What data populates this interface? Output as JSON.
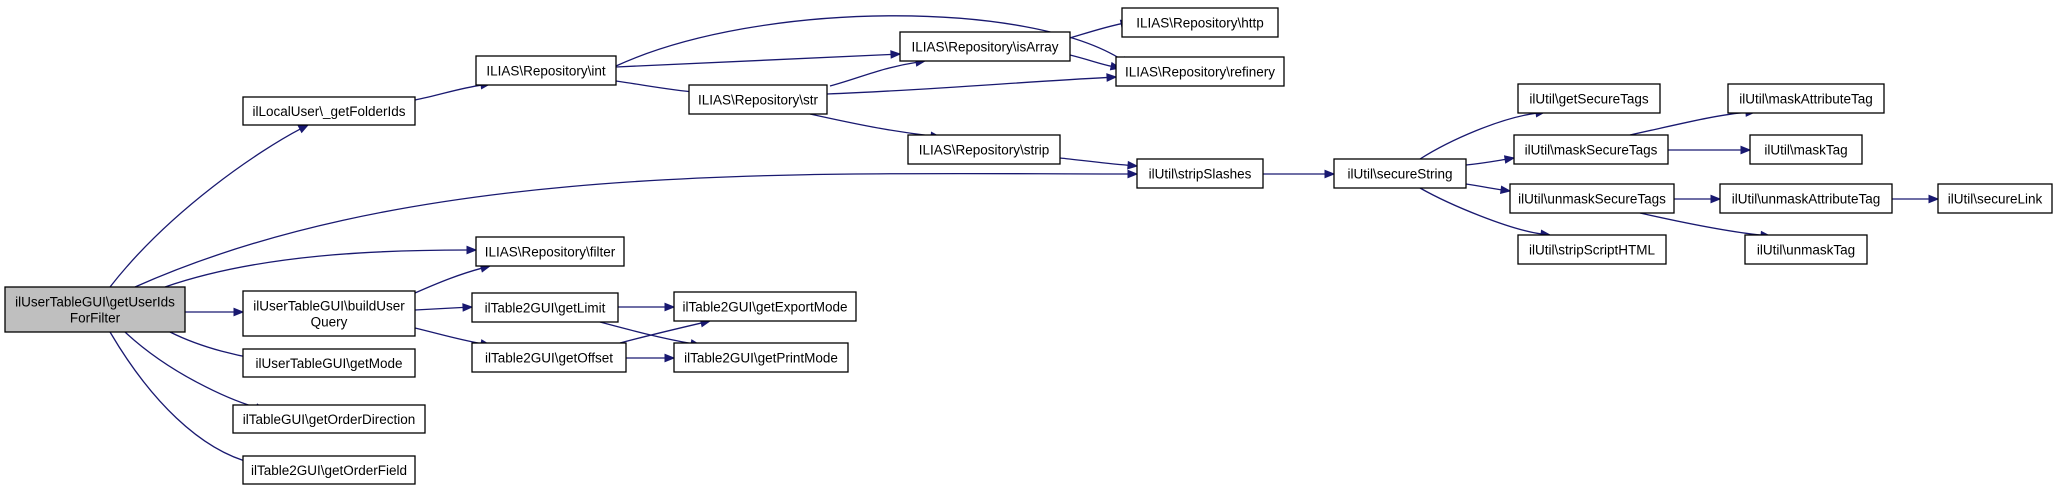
{
  "colors": {
    "edge": "#191970",
    "node_fill": "#ffffff",
    "root_fill": "#bfbfbf",
    "border": "#000000"
  },
  "nodes": [
    {
      "id": "root",
      "lines": [
        "ilUserTableGUI\\getUserIds",
        "ForFilter"
      ],
      "root": true
    },
    {
      "id": "getFolderIds",
      "lines": [
        "ilLocalUser\\_getFolderIds"
      ]
    },
    {
      "id": "buildUserQuery",
      "lines": [
        "ilUserTableGUI\\buildUser",
        "Query"
      ]
    },
    {
      "id": "getMode",
      "lines": [
        "ilUserTableGUI\\getMode"
      ]
    },
    {
      "id": "getOrderDirection",
      "lines": [
        "ilTableGUI\\getOrderDirection"
      ]
    },
    {
      "id": "getOrderField",
      "lines": [
        "ilTable2GUI\\getOrderField"
      ]
    },
    {
      "id": "repoInt",
      "lines": [
        "ILIAS\\Repository\\int"
      ]
    },
    {
      "id": "repoFilter",
      "lines": [
        "ILIAS\\Repository\\filter"
      ]
    },
    {
      "id": "getLimit",
      "lines": [
        "ilTable2GUI\\getLimit"
      ]
    },
    {
      "id": "getOffset",
      "lines": [
        "ilTable2GUI\\getOffset"
      ]
    },
    {
      "id": "repoStr",
      "lines": [
        "ILIAS\\Repository\\str"
      ]
    },
    {
      "id": "getExportMode",
      "lines": [
        "ilTable2GUI\\getExportMode"
      ]
    },
    {
      "id": "getPrintMode",
      "lines": [
        "ilTable2GUI\\getPrintMode"
      ]
    },
    {
      "id": "repoIsArray",
      "lines": [
        "ILIAS\\Repository\\isArray"
      ]
    },
    {
      "id": "repoStrip",
      "lines": [
        "ILIAS\\Repository\\strip"
      ]
    },
    {
      "id": "repoHttp",
      "lines": [
        "ILIAS\\Repository\\http"
      ]
    },
    {
      "id": "repoRefinery",
      "lines": [
        "ILIAS\\Repository\\refinery"
      ]
    },
    {
      "id": "stripSlashes",
      "lines": [
        "ilUtil\\stripSlashes"
      ]
    },
    {
      "id": "secureString",
      "lines": [
        "ilUtil\\secureString"
      ]
    },
    {
      "id": "getSecureTags",
      "lines": [
        "ilUtil\\getSecureTags"
      ]
    },
    {
      "id": "maskSecureTags",
      "lines": [
        "ilUtil\\maskSecureTags"
      ]
    },
    {
      "id": "unmaskSecureTags",
      "lines": [
        "ilUtil\\unmaskSecureTags"
      ]
    },
    {
      "id": "stripScriptHTML",
      "lines": [
        "ilUtil\\stripScriptHTML"
      ]
    },
    {
      "id": "maskAttributeTag",
      "lines": [
        "ilUtil\\maskAttributeTag"
      ]
    },
    {
      "id": "maskTag",
      "lines": [
        "ilUtil\\maskTag"
      ]
    },
    {
      "id": "unmaskAttributeTag",
      "lines": [
        "ilUtil\\unmaskAttributeTag"
      ]
    },
    {
      "id": "unmaskTag",
      "lines": [
        "ilUtil\\unmaskTag"
      ]
    },
    {
      "id": "secureLink",
      "lines": [
        "ilUtil\\secureLink"
      ]
    }
  ],
  "edges": [
    {
      "from": "root",
      "to": "getFolderIds"
    },
    {
      "from": "root",
      "to": "stripSlashes"
    },
    {
      "from": "root",
      "to": "repoFilter"
    },
    {
      "from": "root",
      "to": "buildUserQuery"
    },
    {
      "from": "root",
      "to": "getMode"
    },
    {
      "from": "root",
      "to": "getOrderDirection"
    },
    {
      "from": "root",
      "to": "getOrderField"
    },
    {
      "from": "getFolderIds",
      "to": "repoInt"
    },
    {
      "from": "repoInt",
      "to": "repoIsArray"
    },
    {
      "from": "repoInt",
      "to": "repoRefinery"
    },
    {
      "from": "repoInt",
      "to": "repoStr"
    },
    {
      "from": "repoStr",
      "to": "repoIsArray"
    },
    {
      "from": "repoStr",
      "to": "repoRefinery"
    },
    {
      "from": "repoStr",
      "to": "repoStrip"
    },
    {
      "from": "repoIsArray",
      "to": "repoHttp"
    },
    {
      "from": "repoIsArray",
      "to": "repoRefinery"
    },
    {
      "from": "repoStrip",
      "to": "stripSlashes"
    },
    {
      "from": "stripSlashes",
      "to": "secureString"
    },
    {
      "from": "secureString",
      "to": "getSecureTags"
    },
    {
      "from": "secureString",
      "to": "maskSecureTags"
    },
    {
      "from": "secureString",
      "to": "unmaskSecureTags"
    },
    {
      "from": "secureString",
      "to": "stripScriptHTML"
    },
    {
      "from": "maskSecureTags",
      "to": "maskAttributeTag"
    },
    {
      "from": "maskSecureTags",
      "to": "maskTag"
    },
    {
      "from": "unmaskSecureTags",
      "to": "unmaskAttributeTag"
    },
    {
      "from": "unmaskSecureTags",
      "to": "unmaskTag"
    },
    {
      "from": "unmaskAttributeTag",
      "to": "secureLink"
    },
    {
      "from": "buildUserQuery",
      "to": "repoFilter"
    },
    {
      "from": "buildUserQuery",
      "to": "getLimit"
    },
    {
      "from": "buildUserQuery",
      "to": "getOffset"
    },
    {
      "from": "getLimit",
      "to": "getExportMode"
    },
    {
      "from": "getLimit",
      "to": "getPrintMode"
    },
    {
      "from": "getOffset",
      "to": "getExportMode"
    },
    {
      "from": "getOffset",
      "to": "getPrintMode"
    }
  ]
}
